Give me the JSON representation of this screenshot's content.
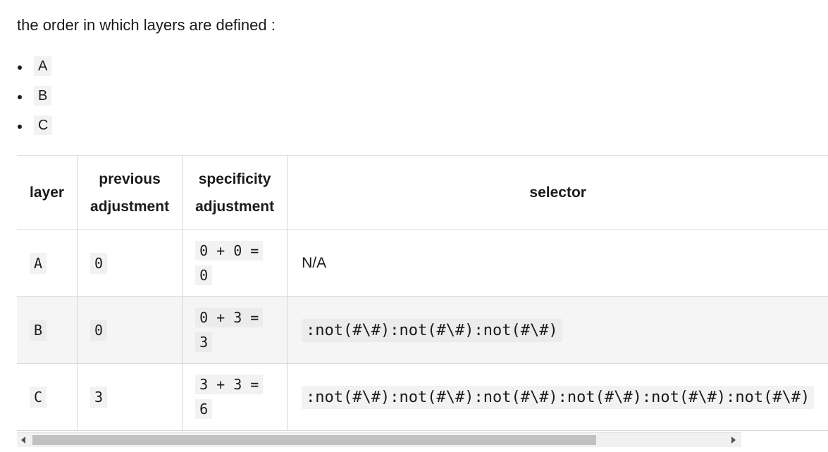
{
  "intro_text": "the order in which layers are defined :",
  "layers_list": [
    "A",
    "B",
    "C"
  ],
  "table": {
    "headers": {
      "layer": "layer",
      "previous_adjustment": "previous adjustment",
      "specificity_adjustment": "specificity adjustment",
      "selector": "selector"
    },
    "rows": [
      {
        "layer": "A",
        "previous": "0",
        "specificity": "0 + 0 = 0",
        "selector": "N/A",
        "selector_is_code": false
      },
      {
        "layer": "B",
        "previous": "0",
        "specificity": "0 + 3 = 3",
        "selector": ":not(#\\#):not(#\\#):not(#\\#)",
        "selector_is_code": true
      },
      {
        "layer": "C",
        "previous": "3",
        "specificity": "3 + 3 = 6",
        "selector": ":not(#\\#):not(#\\#):not(#\\#):not(#\\#):not(#\\#):not(#\\#)",
        "selector_is_code": true
      }
    ]
  },
  "scrollbar": {
    "position": 0.0
  }
}
